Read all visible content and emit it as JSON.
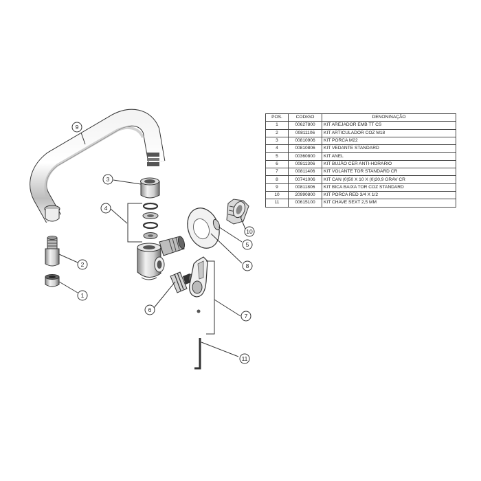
{
  "table": {
    "headers": {
      "pos": "POS.",
      "code": "CODIGO",
      "desc": "DENONINAÇÃO"
    },
    "rows": [
      {
        "pos": "1",
        "code": "00627800",
        "desc": "KIT AREJADOR EMB TT CS"
      },
      {
        "pos": "2",
        "code": "00811106",
        "desc": "KIT ARTICULADOR COZ M18"
      },
      {
        "pos": "3",
        "code": "00810906",
        "desc": "KIT PORCA M22"
      },
      {
        "pos": "4",
        "code": "00810806",
        "desc": "KIT VEDANTE STANDARD"
      },
      {
        "pos": "5",
        "code": "00360800",
        "desc": "KIT ANEL"
      },
      {
        "pos": "6",
        "code": "00811306",
        "desc": "KIT BUJÃO CER ANTI-HORARIO"
      },
      {
        "pos": "7",
        "code": "00811406",
        "desc": "KIT VOLANTE TOR STANDARD CR"
      },
      {
        "pos": "8",
        "code": "00741006",
        "desc": "KIT CAN (0)50 X 10 X (0)20,9 GRAV CR"
      },
      {
        "pos": "9",
        "code": "00811806",
        "desc": "KIT BICA BAIXA TOR COZ STANDARD"
      },
      {
        "pos": "10",
        "code": "20990800",
        "desc": "KIT PORCA RED 3/4 X 1/2"
      },
      {
        "pos": "11",
        "code": "00615100",
        "desc": "KIT CHAVE SEXT 2,5 MM"
      }
    ]
  },
  "callouts": {
    "c1": "1",
    "c2": "2",
    "c3": "3",
    "c4": "4",
    "c5": "5",
    "c6": "6",
    "c7": "7",
    "c8": "8",
    "c9": "9",
    "c10": "10",
    "c11": "11"
  },
  "colors": {
    "line": "#333333",
    "fill": "#ffffff",
    "shade": "#9a9a9a",
    "dark": "#444444"
  }
}
